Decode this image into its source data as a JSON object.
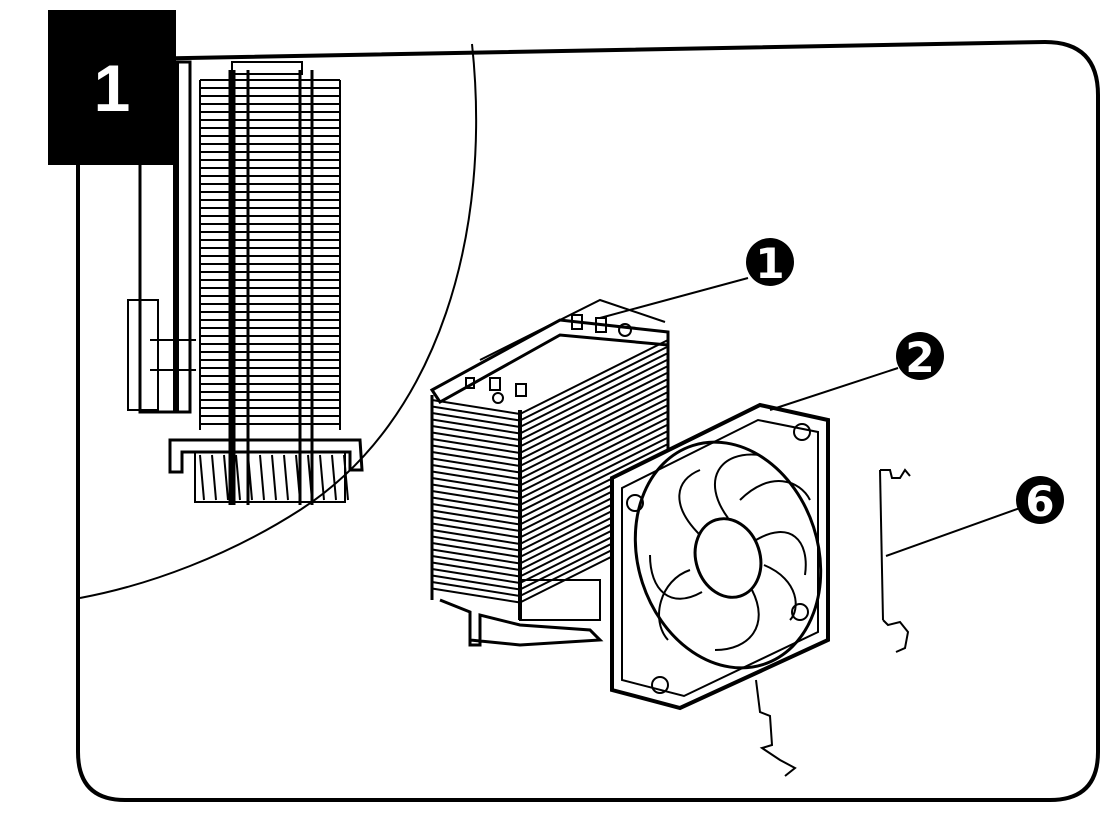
{
  "step_number": "1",
  "callouts": [
    {
      "id": "part-1",
      "label": "1"
    },
    {
      "id": "part-2",
      "label": "2"
    },
    {
      "id": "part-6",
      "label": "6"
    }
  ]
}
